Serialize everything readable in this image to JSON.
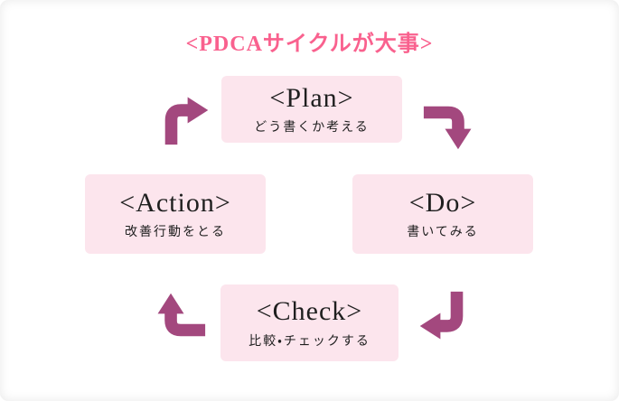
{
  "title": {
    "text": "<PDCAサイクルが大事>"
  },
  "cycle": {
    "steps": [
      {
        "id": "plan",
        "label": "<Plan>",
        "description": "どう書くか考える"
      },
      {
        "id": "do",
        "label": "<Do>",
        "description": "書いてみる"
      },
      {
        "id": "action",
        "label": "<Action>",
        "description": "改善行動をとる"
      },
      {
        "id": "check",
        "label": "<Check>",
        "description": "比較・チェックする"
      }
    ],
    "arrows": [
      {
        "name": "arrow-action-to-plan",
        "direction": "up-then-right"
      },
      {
        "name": "arrow-plan-to-do",
        "direction": "right-then-down"
      },
      {
        "name": "arrow-do-to-check",
        "direction": "down-then-left"
      },
      {
        "name": "arrow-check-to-action",
        "direction": "left-then-up"
      }
    ]
  },
  "colors": {
    "card_bg": "#ffffff",
    "box_bg": "#fce5ed",
    "title": "#f9618e",
    "arrow": "#a3487e",
    "text": "#1f1f1f"
  }
}
